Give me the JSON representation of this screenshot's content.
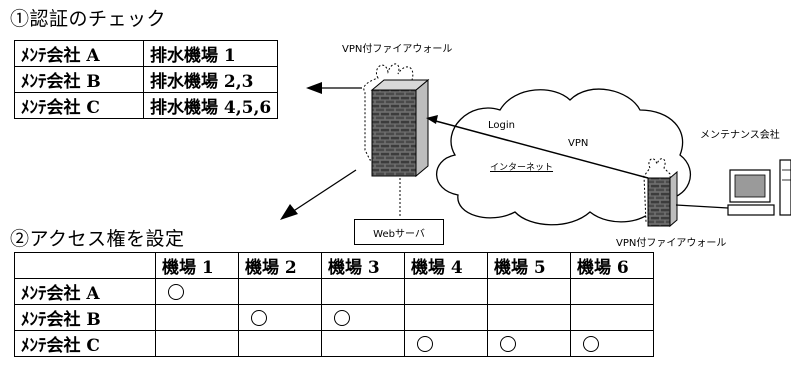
{
  "auth_section": {
    "title": "①認証のチェック",
    "rows": [
      {
        "company": "ﾒﾝﾃ会社 A",
        "plants": "排水機場 1"
      },
      {
        "company": "ﾒﾝﾃ会社 B",
        "plants": "排水機場 2,3"
      },
      {
        "company": "ﾒﾝﾃ会社 C",
        "plants": "排水機場 4,5,6"
      }
    ]
  },
  "network": {
    "vpn_firewall_top": "VPN付ファイアウォール",
    "login": "Login",
    "vpn": "VPN",
    "internet": "インターネット",
    "maintenance_company": "メンテナンス会社",
    "vpn_firewall_bottom": "VPN付ファイアウォール",
    "web_server": "Webサーバ"
  },
  "access_section": {
    "title": "②アクセス権を設定",
    "columns": [
      "機場 1",
      "機場 2",
      "機場 3",
      "機場 4",
      "機場 5",
      "機場 6"
    ],
    "rows": [
      {
        "company": "ﾒﾝﾃ会社 A",
        "access": [
          true,
          false,
          false,
          false,
          false,
          false
        ]
      },
      {
        "company": "ﾒﾝﾃ会社 B",
        "access": [
          false,
          true,
          true,
          false,
          false,
          false
        ]
      },
      {
        "company": "ﾒﾝﾃ会社 C",
        "access": [
          false,
          false,
          false,
          true,
          true,
          true
        ]
      }
    ]
  }
}
